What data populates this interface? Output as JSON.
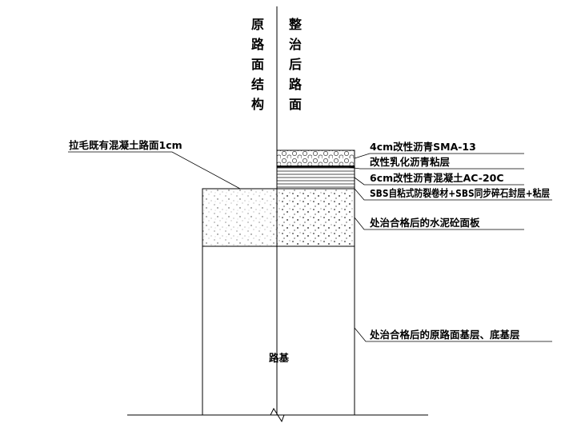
{
  "headings": {
    "original": [
      "原",
      "路",
      "面",
      "结",
      "构"
    ],
    "renovated": [
      "整",
      "治",
      "后",
      "路",
      "面"
    ]
  },
  "labels": {
    "roughened": "拉毛既有混凝土路面1cm",
    "sma": "4cm改性沥青SMA-13",
    "tack": "改性乳化沥青粘层",
    "ac20c": "6cm改性沥青混凝土AC-20C",
    "sbs": "SBS自粘式防裂卷材+SBS同步碎石封层+粘层",
    "slab": "处治合格后的水泥砼面板",
    "base": "处治合格后的原路面基层、底基层",
    "subgrade": "路基"
  }
}
